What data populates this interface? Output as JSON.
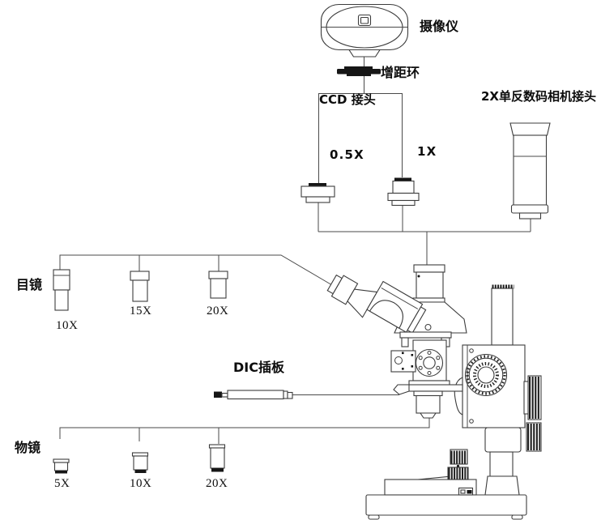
{
  "diagram": {
    "type": "microscope-system-configuration",
    "background": "#ffffff",
    "line_color": "#3c3c3c",
    "dark_fill": "#161616"
  },
  "camera": {
    "label": "摄像仪"
  },
  "extension_ring": {
    "label": "增距环"
  },
  "ccd_adapter": {
    "label": "CCD 接头",
    "options": [
      "0.5X",
      "1X"
    ]
  },
  "dslr_adapter": {
    "label": "2X单反数码相机接头"
  },
  "eyepieces": {
    "label": "目镜",
    "options": [
      "10X",
      "15X",
      "20X"
    ]
  },
  "dic_plate": {
    "label": "DIC插板"
  },
  "objectives": {
    "label": "物镜",
    "options": [
      "5X",
      "10X",
      "20X"
    ]
  }
}
